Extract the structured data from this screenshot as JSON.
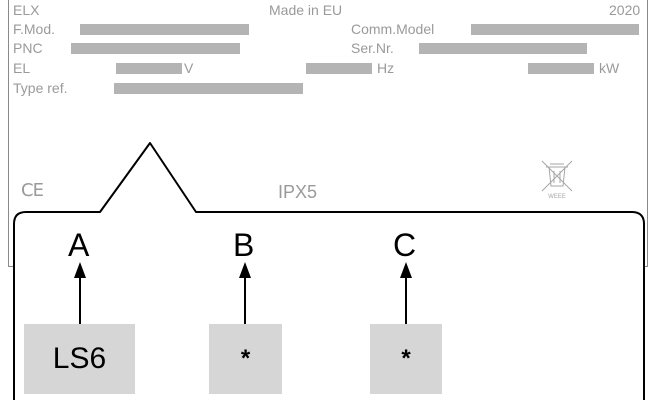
{
  "plate": {
    "brand": "ELX",
    "origin": "Made in EU",
    "year": "2020",
    "fmod_label": "F.Mod.",
    "comm_model_label": "Comm.Model",
    "pnc_label": "PNC",
    "ser_nr_label": "Ser.Nr.",
    "el_label": "EL",
    "unit_v": "V",
    "unit_hz": "Hz",
    "unit_kw": "kW",
    "type_ref_label": "Type ref.",
    "ce_mark": "CE",
    "ip_rating": "IPX5",
    "weee_label": "WEEE"
  },
  "callout": {
    "labels": [
      "A",
      "B",
      "C"
    ],
    "values": [
      "LS6",
      "*",
      "*"
    ]
  },
  "colors": {
    "plate_text": "#9a9a9a",
    "placeholder_bar": "#b4b4b4",
    "value_box": "#d6d6d6",
    "callout_line": "#000000"
  }
}
